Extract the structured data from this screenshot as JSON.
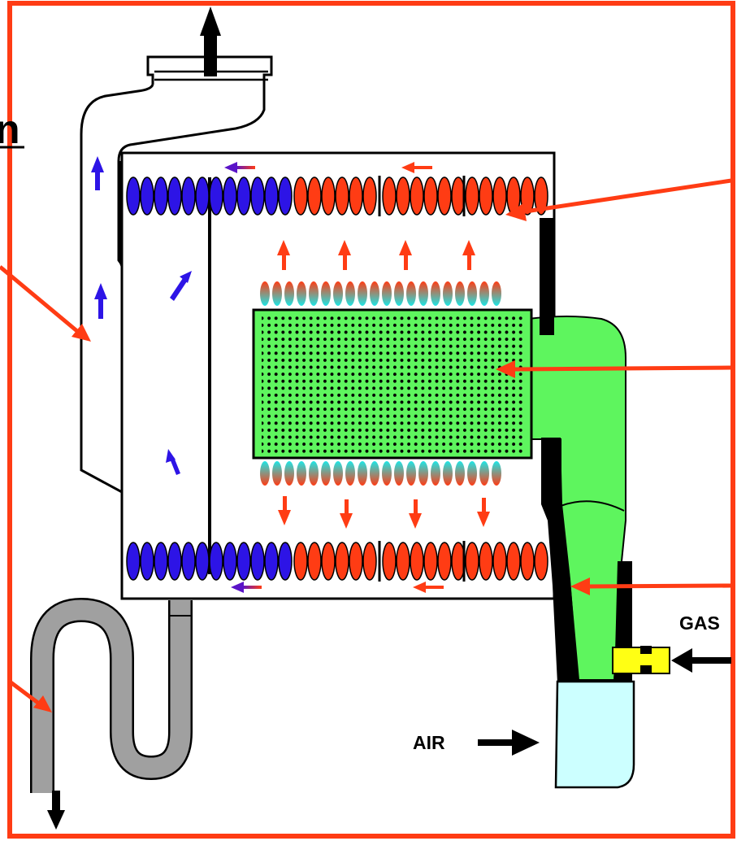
{
  "labels": {
    "gas": "GAS",
    "air": "AIR",
    "partial_left": "n"
  },
  "colors": {
    "frame": "#ff3c14",
    "callout": "#ff3c14",
    "water_cold": "#2d14e6",
    "water_hot": "#ff3c14",
    "burner": "#5ef55e",
    "air_chamber": "#ccffff",
    "gas_valve": "#ffff14",
    "condensate_trap": "#a0a0a0",
    "outline": "#000000"
  },
  "icons": {
    "exhaust_arrow": "arrow-up-icon",
    "drain_arrow": "arrow-down-icon",
    "gas_arrow": "arrow-left-icon",
    "air_arrow": "arrow-right-icon"
  }
}
